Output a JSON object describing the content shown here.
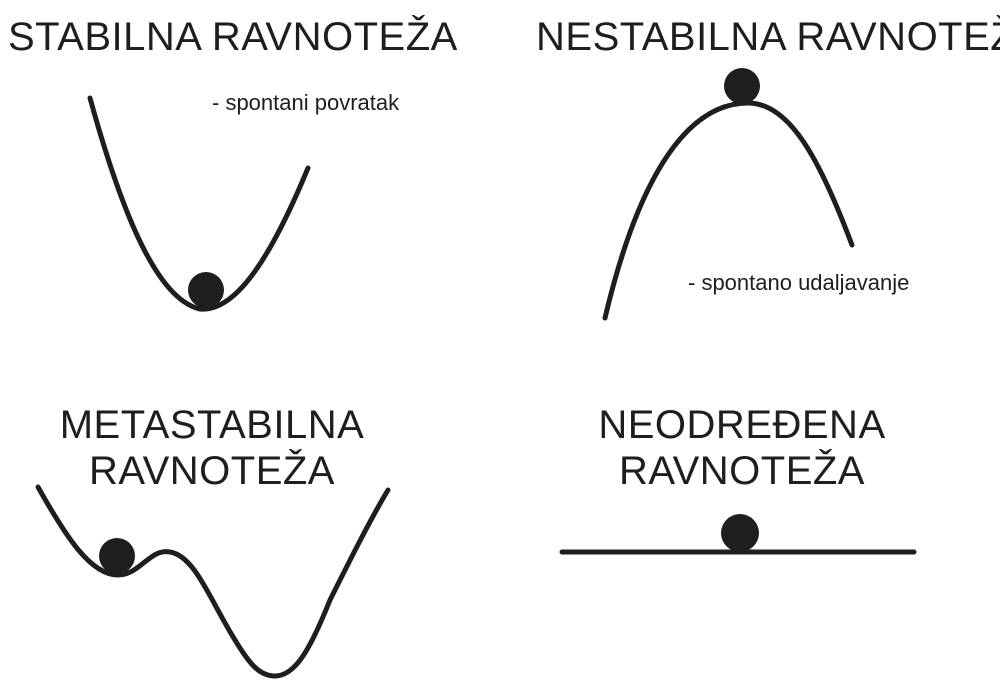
{
  "panels": {
    "stable": {
      "title": "STABILNA RAVNOTEŽA",
      "note": "- spontani povratak"
    },
    "unstable": {
      "title": "NESTABILNA RAVNOTEŽA",
      "note": "- spontano udaljavanje"
    },
    "metastable": {
      "title_line1": "METASTABILNA",
      "title_line2": "RAVNOTEŽA"
    },
    "neutral": {
      "title_line1": "NEODREĐENA",
      "title_line2": "RAVNOTEŽA"
    }
  },
  "colors": {
    "ink": "#1e1e1e",
    "background": "#ffffff"
  }
}
